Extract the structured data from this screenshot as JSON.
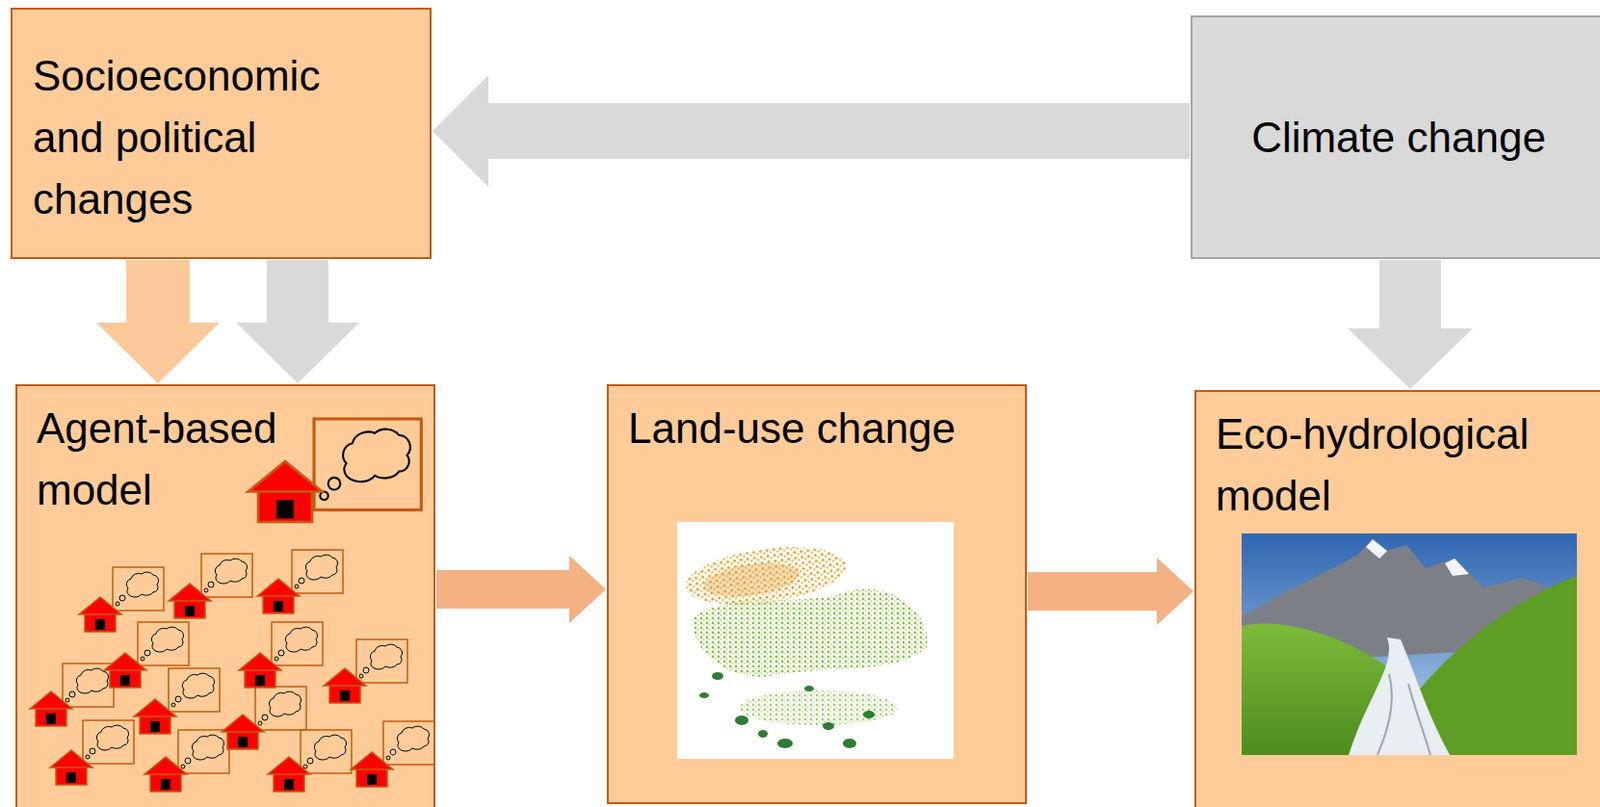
{
  "diagram": {
    "nodes": [
      {
        "text": [
          "Socioeconomic and political changes"
        ]
      },
      {
        "text": [
          "Climate change"
        ]
      },
      {
        "text": [
          "Agent-based model"
        ]
      },
      {
        "text": [
          "Land-use change"
        ]
      },
      {
        "text": [
          "Eco-hydrological model"
        ]
      }
    ],
    "edges": [
      {
        "from": 1,
        "to": 0,
        "arrow": "to"
      },
      {
        "from": 0,
        "to": 2,
        "arrow": "to"
      },
      {
        "from": 0,
        "to": 2,
        "arrow": "to"
      },
      {
        "from": 2,
        "to": 3,
        "arrow": "to"
      },
      {
        "from": 3,
        "to": 4,
        "arrow": "to"
      },
      {
        "from": 1,
        "to": 4,
        "arrow": "to"
      }
    ]
  }
}
